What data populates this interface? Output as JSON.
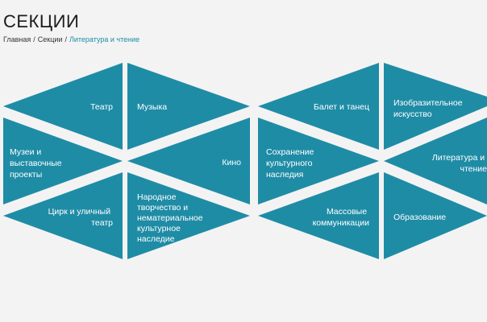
{
  "header": {
    "title": "СЕКЦИИ",
    "breadcrumb": {
      "home": "Главная",
      "separator": "/",
      "sections": "Секции",
      "current": "Литература и чтение"
    }
  },
  "colors": {
    "tile": "#1f8ca6",
    "breadcrumb_active": "#1b8fa8",
    "background": "#f3f3f3"
  },
  "sections": [
    {
      "id": "theater",
      "label": "Театр"
    },
    {
      "id": "music",
      "label": "Музыка"
    },
    {
      "id": "ballet",
      "label": "Балет и танец"
    },
    {
      "id": "fine-art",
      "label": "Изобразительное искусство"
    },
    {
      "id": "museums",
      "label": "Музеи и выставочные проекты"
    },
    {
      "id": "cinema",
      "label": "Кино"
    },
    {
      "id": "heritage",
      "label": "Сохранение культурного наследия"
    },
    {
      "id": "literature",
      "label": "Литература и чтение"
    },
    {
      "id": "circus",
      "label": "Цирк и уличный театр"
    },
    {
      "id": "folk",
      "label": "Народное творчество и нематериальное культурное наследие"
    },
    {
      "id": "mass-comm",
      "label": "Массовые коммуникации"
    },
    {
      "id": "education",
      "label": "Образование"
    }
  ]
}
